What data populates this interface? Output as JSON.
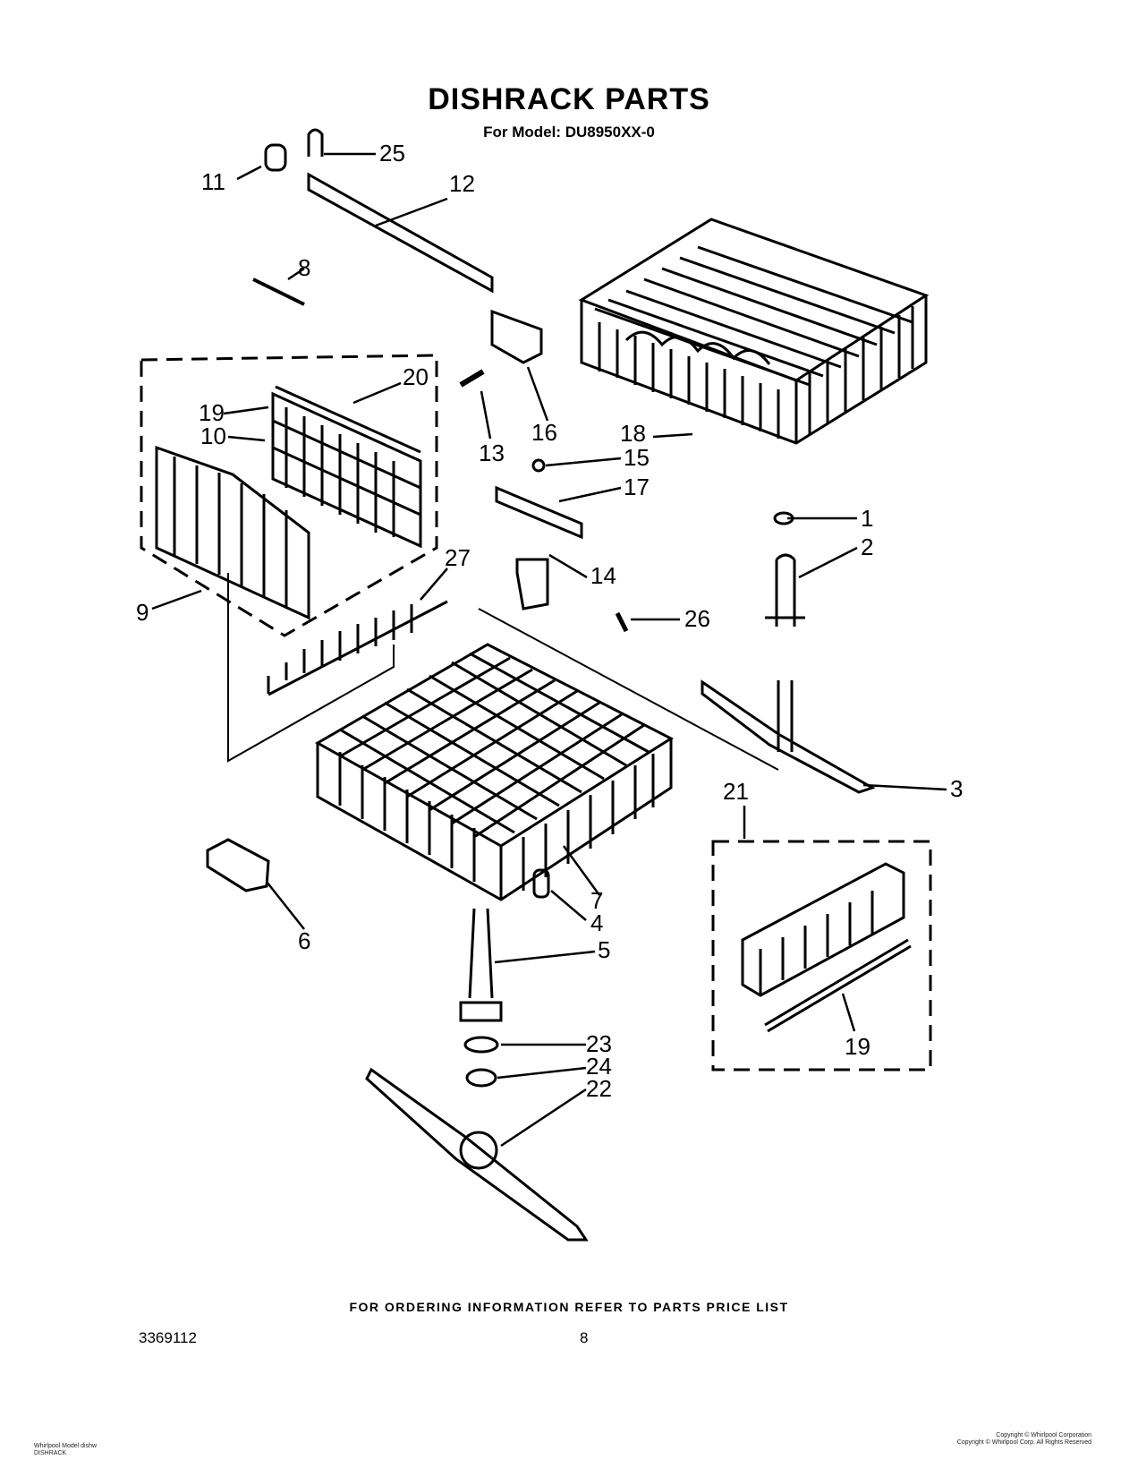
{
  "header": {
    "title": "DISHRACK PARTS",
    "subtitle": "For Model: DU8950XX-0"
  },
  "callouts": [
    "1",
    "2",
    "3",
    "4",
    "5",
    "6",
    "7",
    "8",
    "9",
    "10",
    "11",
    "12",
    "13",
    "14",
    "15",
    "16",
    "17",
    "18",
    "19",
    "20",
    "21",
    "22",
    "23",
    "24",
    "25",
    "26",
    "27",
    "19"
  ],
  "footer": {
    "ordering_note": "FOR ORDERING INFORMATION REFER TO PARTS PRICE LIST",
    "document_number": "3369112",
    "page_number": "8",
    "left_small_line1": "Whirlpool Model dishw",
    "left_small_line2": "DISHRACK",
    "right_small_line1": "Copyright © Whirlpool Corporation",
    "right_small_line2": "Copyright © Whirlpool Corp. All Rights Reserved"
  }
}
